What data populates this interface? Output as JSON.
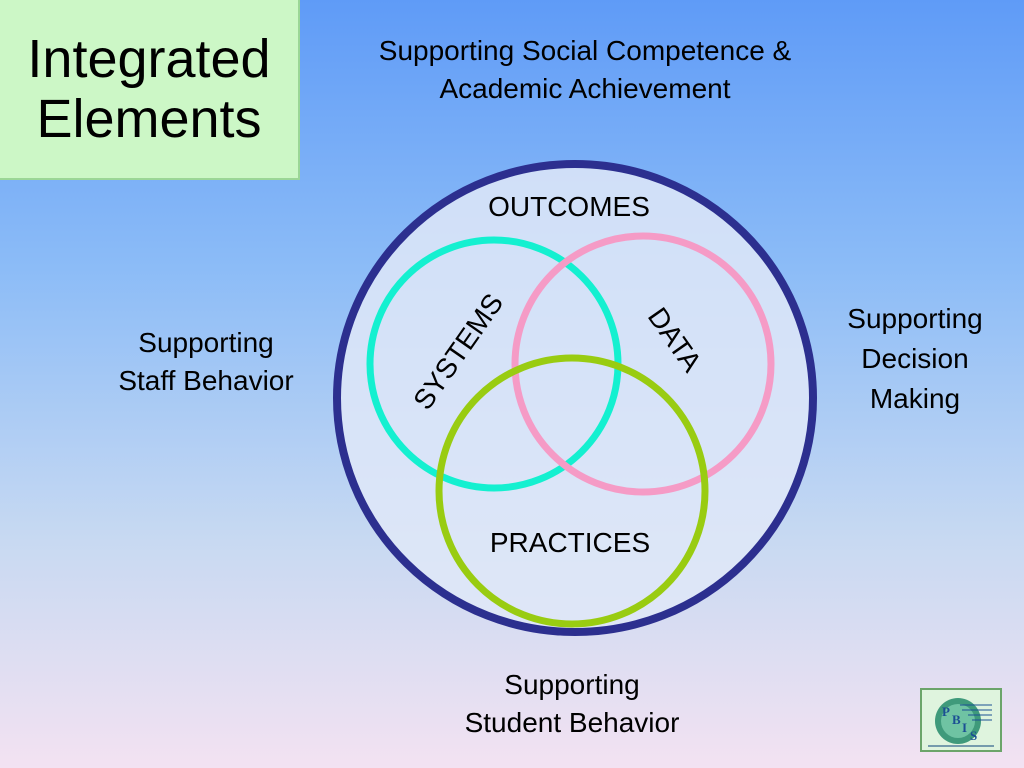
{
  "title": {
    "line1": "Integrated",
    "line2": "Elements"
  },
  "subtitle": {
    "line1": "Supporting Social Competence &",
    "line2": "Academic Achievement"
  },
  "labels": {
    "left": {
      "line1": "Supporting",
      "line2": "Staff Behavior"
    },
    "right": {
      "line1": "Supporting",
      "line2": "Decision",
      "line3": "Making"
    },
    "bottom": {
      "line1": "Supporting",
      "line2": "Student Behavior"
    }
  },
  "diagram": {
    "outer": "OUTCOMES",
    "circles": {
      "systems": "SYSTEMS",
      "data": "DATA",
      "practices": "PRACTICES"
    }
  },
  "logo": {
    "letters": [
      "P",
      "B",
      "I",
      "S"
    ]
  },
  "colors": {
    "outer_ring": "#2c2f8f",
    "systems_ring": "#14f0d0",
    "data_ring": "#f59bc6",
    "practices_ring": "#99cc11",
    "title_box": "#ccf7c6"
  }
}
